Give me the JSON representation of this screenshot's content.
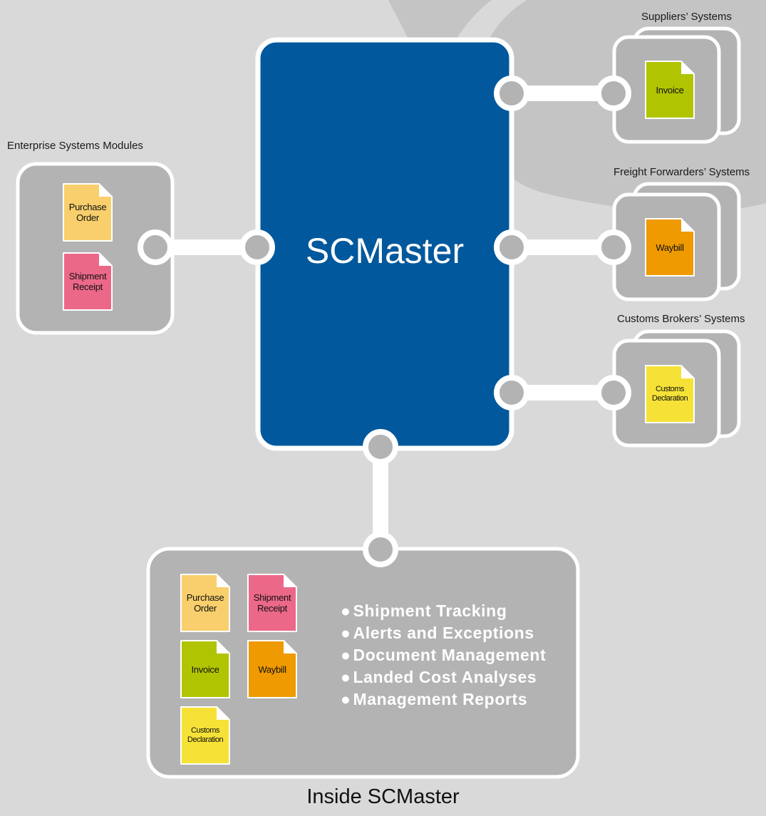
{
  "core": {
    "title": "SCMaster"
  },
  "groups": {
    "enterprise": {
      "label": "Enterprise Systems Modules"
    },
    "suppliers": {
      "label": "Suppliers’ Systems"
    },
    "forwarders": {
      "label": "Freight Forwarders’ Systems"
    },
    "customs": {
      "label": "Customs Brokers’ Systems"
    }
  },
  "documents": {
    "purchase_order": {
      "label": "Purchase\nOrder",
      "color": "#f8cf6c"
    },
    "shipment_receipt": {
      "label": "Shipment\nReceipt",
      "color": "#ec6889"
    },
    "invoice": {
      "label": "Invoice",
      "color": "#b1c401"
    },
    "waybill": {
      "label": "Waybill",
      "color": "#ee9a00"
    },
    "customs_declaration": {
      "label": "Customs\nDeclaration",
      "color": "#f6e237"
    }
  },
  "inside": {
    "title": "Inside SCMaster",
    "features": [
      "Shipment Tracking",
      "Alerts and Exceptions",
      "Document Management",
      "Landed Cost Analyses",
      "Management Reports"
    ]
  },
  "colors": {
    "background": "#d9d9d9",
    "watermark": "#c4c4c4",
    "box_fill": "#b3b3b3",
    "core_fill": "#01589c",
    "outline": "#ffffff"
  }
}
